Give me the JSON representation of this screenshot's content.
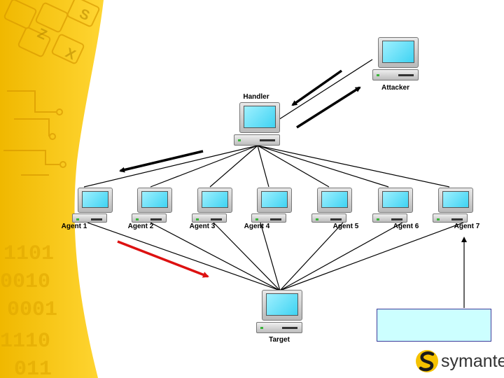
{
  "diagram": {
    "nodes": {
      "attacker": "Attacker",
      "handler": "Handler",
      "agents": [
        "Agent 1",
        "Agent 2",
        "Agent 3",
        "Agent 4",
        "Agent 5",
        "Agent 6",
        "Agent 7"
      ],
      "target": "Target"
    },
    "annotation_box": ""
  },
  "branding": {
    "logo_text": "symantec.",
    "logo_icon": "symantec-logo-icon"
  },
  "colors": {
    "screen": "#3fd3f2",
    "note_box": "#ccffff",
    "attack_arrow": "#dd1111",
    "background_accent": "#f2c400"
  }
}
